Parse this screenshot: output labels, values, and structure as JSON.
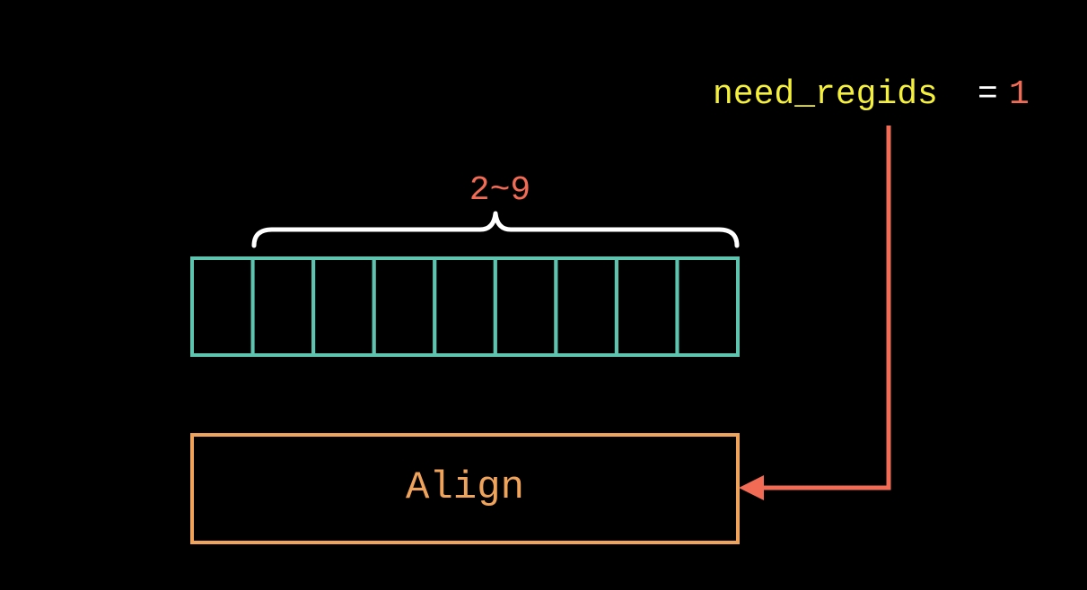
{
  "label": {
    "variable": "need_regids",
    "equals": "=",
    "value": "1"
  },
  "brace": {
    "range": "2~9"
  },
  "byte_row": {
    "cell_count": 9
  },
  "align_box": {
    "label": "Align"
  },
  "colors": {
    "background": "#000000",
    "variable": "#f5f03a",
    "equals": "#ffffff",
    "value": "#f26b55",
    "range": "#f26b55",
    "brace": "#ffffff",
    "cells": "#5ec4b0",
    "align_box": "#f0a35a",
    "arrow": "#f26b55"
  }
}
